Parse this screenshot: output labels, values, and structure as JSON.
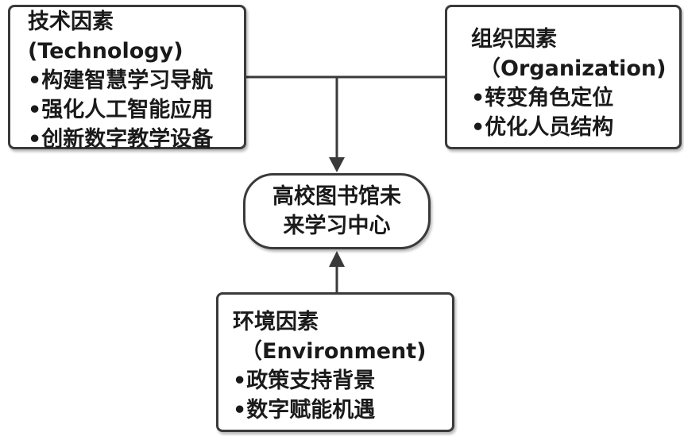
{
  "technology": {
    "title": "技术因素",
    "subtitle": "(Technology)",
    "items": [
      "•构建智慧学习导航",
      "•强化人工智能应用",
      "•创新数字教学设备"
    ]
  },
  "organization": {
    "title": "组织因素",
    "subtitle": "（Organization)",
    "items": [
      "•转变角色定位",
      "•优化人员结构"
    ]
  },
  "environment": {
    "title": "环境因素",
    "subtitle": "（Environment)",
    "items": [
      "•政策支持背景",
      "•数字赋能机遇"
    ]
  },
  "center": {
    "lines": [
      "高校图书馆未",
      "来学习中心"
    ]
  }
}
